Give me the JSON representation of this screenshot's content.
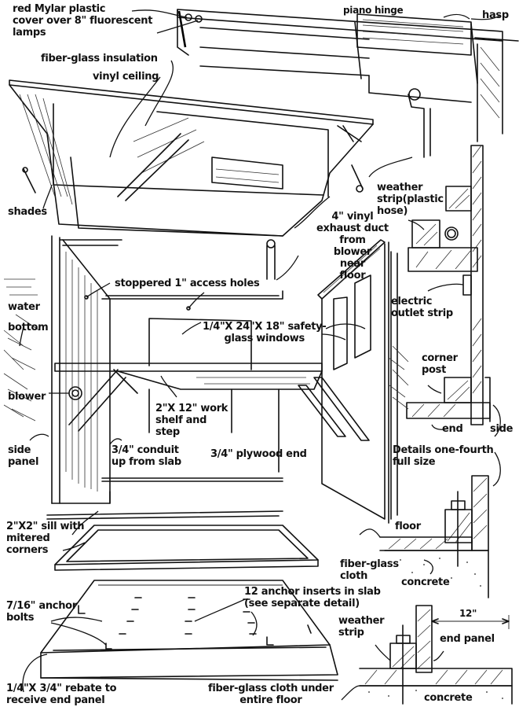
{
  "diagram": {
    "subject": "exploded view of enclosed workroom booth with floor, walls, door and ceiling lamp housing, plus wall/floor joint details",
    "labels": {
      "mylar_cover": "red Mylar plastic\ncover over 8\" fluorescent\nlamps",
      "piano_hinge": "piano hinge",
      "hasp": "hasp",
      "insulation": "fiber-glass insulation",
      "vinyl_ceiling": "vinyl ceiling",
      "shades": "shades",
      "exhaust_duct": "4\" vinyl\nexhaust duct\nfrom\nblower\nnear\nfloor",
      "weather_strip_hose": "weather\nstrip(plastic\nhose)",
      "access_holes": "stoppered 1\" access holes",
      "water": "water",
      "bottom": "bottom",
      "safety_glass": "1/4\"X 24\"X 18\" safety-\nglass windows",
      "electric_outlet": "electric\noutlet strip",
      "corner_post": "corner\npost",
      "end": "end",
      "side": "side",
      "blower": "blower",
      "work_shelf": "2\"X 12\" work\nshelf and\nstep",
      "side_panel": "side\npanel",
      "conduit": "3/4\" conduit\nup from slab",
      "plywood_end": "3/4\" plywood end",
      "details_scale": "Details one-fourth\nfull size",
      "sill": "2\"X2\" sill with\nmitered\ncorners",
      "floor": "floor",
      "fiberglass_cloth": "fiber-glass\ncloth",
      "concrete_1": "concrete",
      "anchor_bolts": "7/16\" anchor\nbolts",
      "anchor_inserts": "12 anchor inserts in slab\n(see separate detail)",
      "weather_strip": "weather\nstrip",
      "dimension_12": "12\"",
      "end_panel": "end panel",
      "rebate": "1/4\"X 3/4\" rebate to\nreceive end panel",
      "fiberglass_floor": "fiber-glass cloth under\nentire floor",
      "concrete_2": "concrete"
    }
  }
}
